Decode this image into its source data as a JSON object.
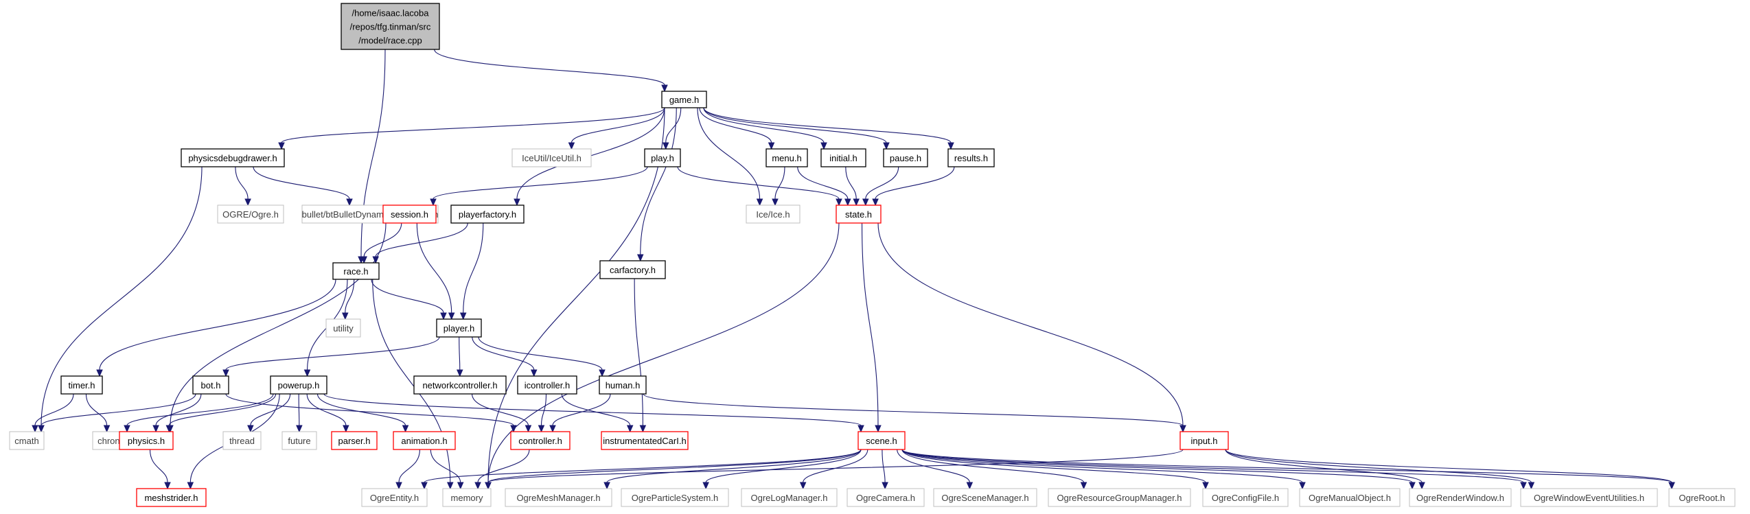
{
  "colors": {
    "edge": "#191970",
    "node_border_normal": "#000000",
    "node_border_missing": "#bfbfbf",
    "node_border_truncated": "#ff0000",
    "node_fill_root": "#bfbfbf",
    "node_fill": "#ffffff",
    "text_normal": "#000000",
    "text_missing": "#3f3f3f"
  },
  "nodes": [
    {
      "id": "root",
      "label": [
        "/home/isaac.lacoba",
        "/repos/tfg.tinman/src",
        "/model/race.cpp"
      ],
      "kind": "root"
    },
    {
      "id": "game_h",
      "label": [
        "game.h"
      ],
      "kind": "normal"
    },
    {
      "id": "race_h",
      "label": [
        "race.h"
      ],
      "kind": "normal"
    },
    {
      "id": "physicsdebugdrawer_h",
      "label": [
        "physicsdebugdrawer.h"
      ],
      "kind": "normal"
    },
    {
      "id": "iceutil_h",
      "label": [
        "IceUtil/IceUtil.h"
      ],
      "kind": "missing"
    },
    {
      "id": "play_h",
      "label": [
        "play.h"
      ],
      "kind": "normal"
    },
    {
      "id": "menu_h",
      "label": [
        "menu.h"
      ],
      "kind": "normal"
    },
    {
      "id": "initial_h",
      "label": [
        "initial.h"
      ],
      "kind": "normal"
    },
    {
      "id": "pause_h",
      "label": [
        "pause.h"
      ],
      "kind": "normal"
    },
    {
      "id": "results_h",
      "label": [
        "results.h"
      ],
      "kind": "normal"
    },
    {
      "id": "ogre_h",
      "label": [
        "OGRE/Ogre.h"
      ],
      "kind": "missing"
    },
    {
      "id": "bullet_h",
      "label": [
        "bullet/btBulletDynamicsCommon.h"
      ],
      "kind": "missing"
    },
    {
      "id": "session_h",
      "label": [
        "session.h"
      ],
      "kind": "truncated"
    },
    {
      "id": "playerfactory_h",
      "label": [
        "playerfactory.h"
      ],
      "kind": "normal"
    },
    {
      "id": "ice_h",
      "label": [
        "Ice/Ice.h"
      ],
      "kind": "missing"
    },
    {
      "id": "state_h",
      "label": [
        "state.h"
      ],
      "kind": "truncated"
    },
    {
      "id": "carfactory_h",
      "label": [
        "carfactory.h"
      ],
      "kind": "normal"
    },
    {
      "id": "utility",
      "label": [
        "utility"
      ],
      "kind": "missing"
    },
    {
      "id": "player_h",
      "label": [
        "player.h"
      ],
      "kind": "normal"
    },
    {
      "id": "timer_h",
      "label": [
        "timer.h"
      ],
      "kind": "normal"
    },
    {
      "id": "bot_h",
      "label": [
        "bot.h"
      ],
      "kind": "normal"
    },
    {
      "id": "powerup_h",
      "label": [
        "powerup.h"
      ],
      "kind": "normal"
    },
    {
      "id": "networkcontroller_h",
      "label": [
        "networkcontroller.h"
      ],
      "kind": "normal"
    },
    {
      "id": "icontroller_h",
      "label": [
        "icontroller.h"
      ],
      "kind": "normal"
    },
    {
      "id": "human_h",
      "label": [
        "human.h"
      ],
      "kind": "normal"
    },
    {
      "id": "cmath",
      "label": [
        "cmath"
      ],
      "kind": "missing"
    },
    {
      "id": "chrono",
      "label": [
        "chrono"
      ],
      "kind": "missing"
    },
    {
      "id": "physics_h",
      "label": [
        "physics.h"
      ],
      "kind": "truncated"
    },
    {
      "id": "thread",
      "label": [
        "thread"
      ],
      "kind": "missing"
    },
    {
      "id": "future",
      "label": [
        "future"
      ],
      "kind": "missing"
    },
    {
      "id": "parser_h",
      "label": [
        "parser.h"
      ],
      "kind": "truncated"
    },
    {
      "id": "animation_h",
      "label": [
        "animation.h"
      ],
      "kind": "truncated"
    },
    {
      "id": "controller_h",
      "label": [
        "controller.h"
      ],
      "kind": "truncated"
    },
    {
      "id": "instrumentatedcar_h",
      "label": [
        "instrumentatedCarI.h"
      ],
      "kind": "truncated"
    },
    {
      "id": "scene_h",
      "label": [
        "scene.h"
      ],
      "kind": "truncated"
    },
    {
      "id": "input_h",
      "label": [
        "input.h"
      ],
      "kind": "truncated"
    },
    {
      "id": "meshstrider_h",
      "label": [
        "meshstrider.h"
      ],
      "kind": "truncated"
    },
    {
      "id": "ogreentity_h",
      "label": [
        "OgreEntity.h"
      ],
      "kind": "missing"
    },
    {
      "id": "memory",
      "label": [
        "memory"
      ],
      "kind": "missing"
    },
    {
      "id": "ogremeshmanager_h",
      "label": [
        "OgreMeshManager.h"
      ],
      "kind": "missing"
    },
    {
      "id": "ogreparticlesystem_h",
      "label": [
        "OgreParticleSystem.h"
      ],
      "kind": "missing"
    },
    {
      "id": "ogrelogmanager_h",
      "label": [
        "OgreLogManager.h"
      ],
      "kind": "missing"
    },
    {
      "id": "ogrecamera_h",
      "label": [
        "OgreCamera.h"
      ],
      "kind": "missing"
    },
    {
      "id": "ogrescenemanager_h",
      "label": [
        "OgreSceneManager.h"
      ],
      "kind": "missing"
    },
    {
      "id": "ogreresourcegroupmanager_h",
      "label": [
        "OgreResourceGroupManager.h"
      ],
      "kind": "missing"
    },
    {
      "id": "ogreconfigfile_h",
      "label": [
        "OgreConfigFile.h"
      ],
      "kind": "missing"
    },
    {
      "id": "ogremanualobject_h",
      "label": [
        "OgreManualObject.h"
      ],
      "kind": "missing"
    },
    {
      "id": "ogrerenderwindow_h",
      "label": [
        "OgreRenderWindow.h"
      ],
      "kind": "missing"
    },
    {
      "id": "ogrewindoweventutilities_h",
      "label": [
        "OgreWindowEventUtilities.h"
      ],
      "kind": "missing"
    },
    {
      "id": "ogreroot_h",
      "label": [
        "OgreRoot.h"
      ],
      "kind": "missing"
    }
  ],
  "edges": [
    [
      "root",
      "game_h"
    ],
    [
      "root",
      "race_h"
    ],
    [
      "game_h",
      "physicsdebugdrawer_h"
    ],
    [
      "game_h",
      "iceutil_h"
    ],
    [
      "game_h",
      "playerfactory_h"
    ],
    [
      "game_h",
      "carfactory_h"
    ],
    [
      "game_h",
      "play_h"
    ],
    [
      "game_h",
      "memory"
    ],
    [
      "game_h",
      "ice_h"
    ],
    [
      "game_h",
      "menu_h"
    ],
    [
      "game_h",
      "initial_h"
    ],
    [
      "game_h",
      "pause_h"
    ],
    [
      "game_h",
      "results_h"
    ],
    [
      "physicsdebugdrawer_h",
      "cmath"
    ],
    [
      "physicsdebugdrawer_h",
      "ogre_h"
    ],
    [
      "physicsdebugdrawer_h",
      "bullet_h"
    ],
    [
      "play_h",
      "session_h"
    ],
    [
      "play_h",
      "state_h"
    ],
    [
      "menu_h",
      "ice_h"
    ],
    [
      "menu_h",
      "state_h"
    ],
    [
      "initial_h",
      "state_h"
    ],
    [
      "pause_h",
      "state_h"
    ],
    [
      "results_h",
      "state_h"
    ],
    [
      "session_h",
      "race_h"
    ],
    [
      "session_h",
      "player_h"
    ],
    [
      "session_h",
      "physics_h"
    ],
    [
      "playerfactory_h",
      "race_h"
    ],
    [
      "playerfactory_h",
      "player_h"
    ],
    [
      "race_h",
      "utility"
    ],
    [
      "race_h",
      "player_h"
    ],
    [
      "race_h",
      "timer_h"
    ],
    [
      "race_h",
      "powerup_h"
    ],
    [
      "race_h",
      "memory"
    ],
    [
      "carfactory_h",
      "instrumentatedcar_h"
    ],
    [
      "state_h",
      "scene_h"
    ],
    [
      "state_h",
      "input_h"
    ],
    [
      "state_h",
      "memory"
    ],
    [
      "player_h",
      "bot_h"
    ],
    [
      "player_h",
      "networkcontroller_h"
    ],
    [
      "player_h",
      "icontroller_h"
    ],
    [
      "player_h",
      "human_h"
    ],
    [
      "timer_h",
      "cmath"
    ],
    [
      "timer_h",
      "chrono"
    ],
    [
      "bot_h",
      "cmath"
    ],
    [
      "bot_h",
      "physics_h"
    ],
    [
      "bot_h",
      "controller_h"
    ],
    [
      "powerup_h",
      "chrono"
    ],
    [
      "powerup_h",
      "physics_h"
    ],
    [
      "powerup_h",
      "meshstrider_h"
    ],
    [
      "powerup_h",
      "thread"
    ],
    [
      "powerup_h",
      "future"
    ],
    [
      "powerup_h",
      "parser_h"
    ],
    [
      "powerup_h",
      "animation_h"
    ],
    [
      "powerup_h",
      "scene_h"
    ],
    [
      "networkcontroller_h",
      "controller_h"
    ],
    [
      "icontroller_h",
      "controller_h"
    ],
    [
      "icontroller_h",
      "instrumentatedcar_h"
    ],
    [
      "human_h",
      "controller_h"
    ],
    [
      "human_h",
      "input_h"
    ],
    [
      "physics_h",
      "meshstrider_h"
    ],
    [
      "animation_h",
      "ogreentity_h"
    ],
    [
      "animation_h",
      "memory"
    ],
    [
      "controller_h",
      "memory"
    ],
    [
      "scene_h",
      "ogreentity_h"
    ],
    [
      "scene_h",
      "memory"
    ],
    [
      "scene_h",
      "ogremeshmanager_h"
    ],
    [
      "scene_h",
      "ogreparticlesystem_h"
    ],
    [
      "scene_h",
      "ogrelogmanager_h"
    ],
    [
      "scene_h",
      "ogrecamera_h"
    ],
    [
      "scene_h",
      "ogrescenemanager_h"
    ],
    [
      "scene_h",
      "ogreresourcegroupmanager_h"
    ],
    [
      "scene_h",
      "ogreconfigfile_h"
    ],
    [
      "scene_h",
      "ogremanualobject_h"
    ],
    [
      "scene_h",
      "ogrerenderwindow_h"
    ],
    [
      "scene_h",
      "ogrewindoweventutilities_h"
    ],
    [
      "scene_h",
      "ogreroot_h"
    ],
    [
      "input_h",
      "memory"
    ],
    [
      "input_h",
      "ogrerenderwindow_h"
    ],
    [
      "input_h",
      "ogrewindoweventutilities_h"
    ],
    [
      "input_h",
      "ogreroot_h"
    ]
  ]
}
